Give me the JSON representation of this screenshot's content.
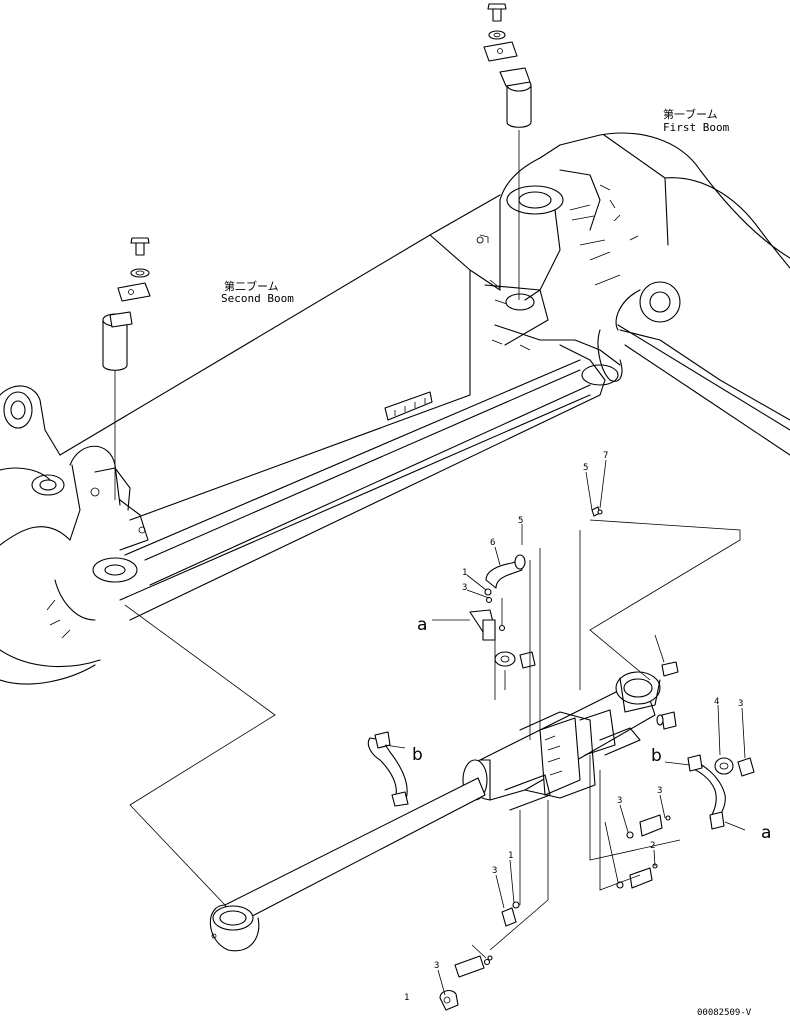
{
  "labels": {
    "first_boom_jp": "第一ブーム",
    "first_boom_en": "First Boom",
    "second_boom_jp": "第二ブーム",
    "second_boom_en": "Second Boom"
  },
  "ref_letters": {
    "a_left": "a",
    "b_left": "b",
    "b_right": "b",
    "a_right": "a"
  },
  "part_numbers": {
    "p5a": "5",
    "p6": "6",
    "p5b": "5",
    "p7": "7",
    "p1a": "1",
    "p3a": "3",
    "p4": "4",
    "p3b": "3",
    "p3c": "3",
    "p3d": "3",
    "p2": "2",
    "p3e": "3",
    "p1b": "1",
    "p3f": "3",
    "p1c": "1"
  },
  "drawing_code": "00082509-V"
}
